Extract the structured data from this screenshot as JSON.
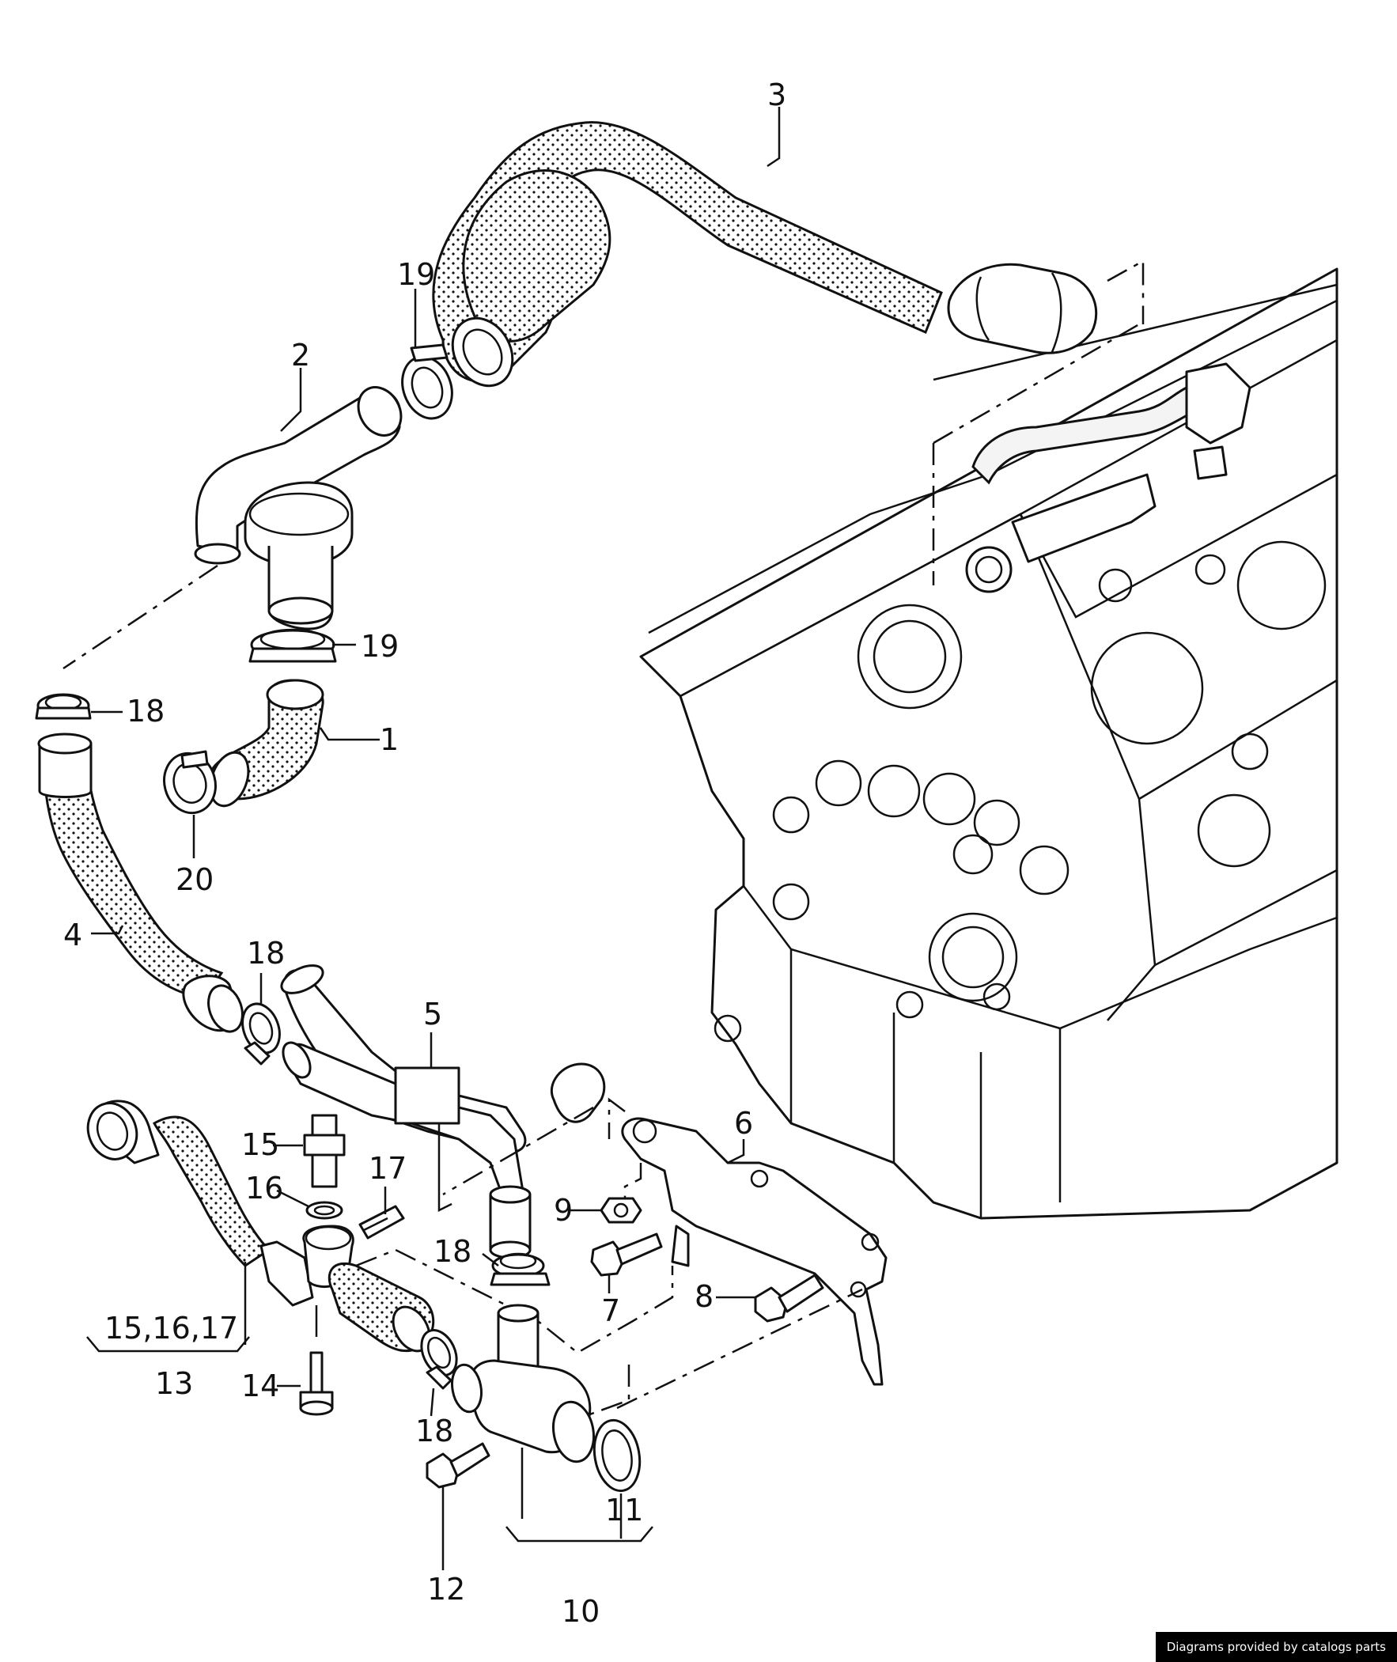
{
  "credit": "Diagrams provided by catalogs parts",
  "part_labels": [
    {
      "key": "p3",
      "text": "3"
    },
    {
      "key": "p19a",
      "text": "19"
    },
    {
      "key": "p2",
      "text": "2"
    },
    {
      "key": "p19b",
      "text": "19"
    },
    {
      "key": "p18a",
      "text": "18"
    },
    {
      "key": "p1",
      "text": "1"
    },
    {
      "key": "p20",
      "text": "20"
    },
    {
      "key": "p4",
      "text": "4"
    },
    {
      "key": "p18b",
      "text": "18"
    },
    {
      "key": "p5",
      "text": "5"
    },
    {
      "key": "p6",
      "text": "6"
    },
    {
      "key": "p15",
      "text": "15"
    },
    {
      "key": "p16",
      "text": "16"
    },
    {
      "key": "p17",
      "text": "17"
    },
    {
      "key": "p9",
      "text": "9"
    },
    {
      "key": "p18c",
      "text": "18"
    },
    {
      "key": "p7",
      "text": "7"
    },
    {
      "key": "p8",
      "text": "8"
    },
    {
      "key": "p15_16_17",
      "text": "15,16,17"
    },
    {
      "key": "p13",
      "text": "13"
    },
    {
      "key": "p14",
      "text": "14"
    },
    {
      "key": "p18d",
      "text": "18"
    },
    {
      "key": "p12",
      "text": "12"
    },
    {
      "key": "p11",
      "text": "11"
    },
    {
      "key": "p10",
      "text": "10"
    }
  ]
}
